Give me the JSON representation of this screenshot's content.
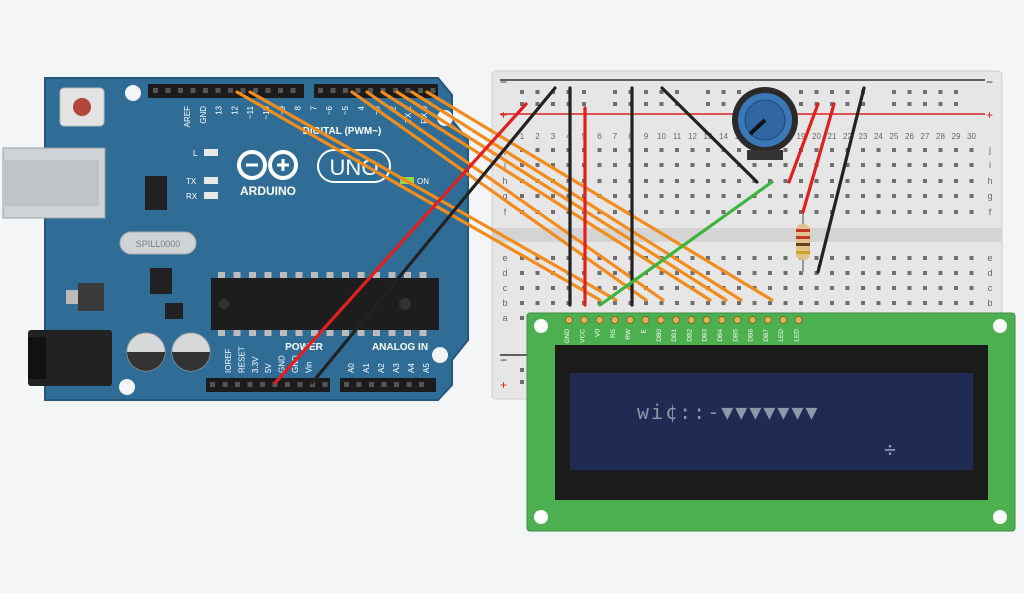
{
  "arduino": {
    "brand": "ARDUINO",
    "model": "UNO",
    "digital_label": "DIGITAL (PWM~)",
    "power_label": "POWER",
    "analog_label": "ANALOG IN",
    "led_l": "L",
    "led_tx": "TX",
    "led_rx": "RX",
    "on_label": "ON",
    "crystal": "SPILL0000",
    "top_pins": [
      "AREF",
      "GND",
      "13",
      "12",
      "~11",
      "~10",
      "~9",
      "8",
      "7",
      "~6",
      "~5",
      "4",
      "~3",
      "2",
      "TX 1",
      "RX 0"
    ],
    "power_pins": [
      "IOREF",
      "RESET",
      "3.3V",
      "5V",
      "GND",
      "GND",
      "Vin"
    ],
    "analog_pins": [
      "A0",
      "A1",
      "A2",
      "A3",
      "A4",
      "A5"
    ]
  },
  "breadboard": {
    "columns": [
      "1",
      "2",
      "3",
      "4",
      "5",
      "6",
      "7",
      "8",
      "9",
      "10",
      "11",
      "12",
      "13",
      "14",
      "15",
      "16",
      "17",
      "18",
      "19",
      "20",
      "21",
      "22",
      "23",
      "24",
      "25",
      "26",
      "27",
      "28",
      "29",
      "30"
    ],
    "rows_top": [
      "j",
      "i",
      "h",
      "g",
      "f"
    ],
    "rows_bottom": [
      "e",
      "d",
      "c",
      "b",
      "a"
    ],
    "rail_plus": "+",
    "rail_minus": "−"
  },
  "lcd": {
    "pins": [
      "GND",
      "VCC",
      "V0",
      "RS",
      "RW",
      "E",
      "DB0",
      "DB1",
      "DB2",
      "DB3",
      "DB4",
      "DB5",
      "DB6",
      "DB7",
      "LED",
      "LED"
    ],
    "line1": "wi¢::-▼▼▼▼▼▼▼",
    "line2": "÷"
  },
  "colors": {
    "arduino_blue": "#2f6d97",
    "wire_orange": "#f28c1c",
    "wire_red": "#e01f1f",
    "wire_black": "#222222",
    "wire_green": "#3db43d",
    "lcd_board": "#4caf50",
    "lcd_screen": "#1f2b52"
  }
}
